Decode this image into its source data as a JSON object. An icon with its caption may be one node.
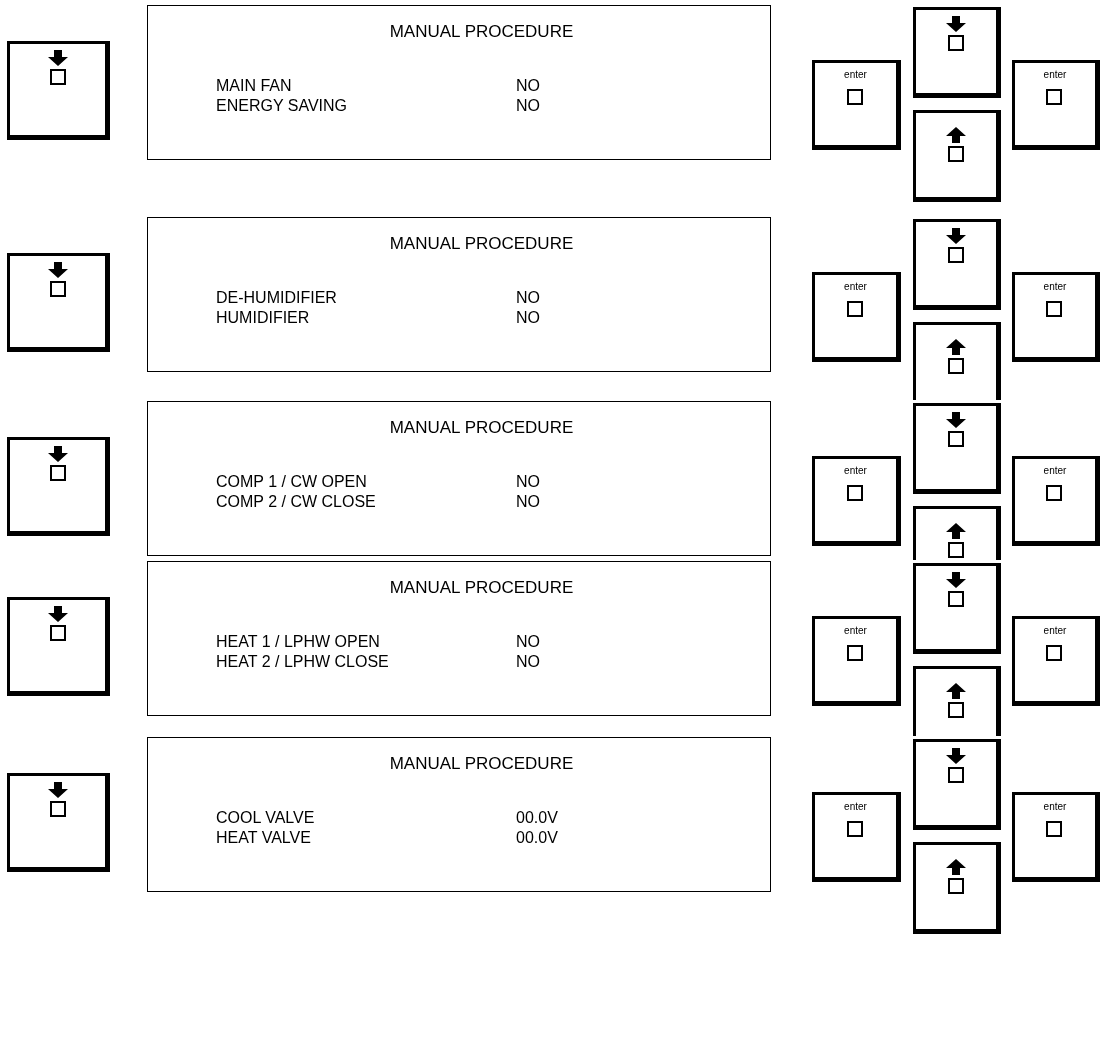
{
  "diagram": {
    "nodes": [
      {
        "text": [],
        "shape": "box"
      },
      {
        "text": [
          "MANUAL PROCEDURE",
          "MAIN FAN",
          "NO",
          "ENERGY SAVING",
          "NO"
        ]
      },
      {
        "text": [],
        "shape": "box"
      },
      {
        "text": [
          "enter"
        ]
      },
      {
        "text": [
          "enter"
        ]
      },
      {
        "text": [],
        "shape": "box"
      },
      {
        "text": [],
        "shape": "box"
      },
      {
        "text": [
          "MANUAL PROCEDURE",
          "DE-HUMIDIFIER",
          "NO",
          "HUMIDIFIER",
          "NO"
        ]
      },
      {
        "text": [],
        "shape": "box"
      },
      {
        "text": [
          "enter"
        ]
      },
      {
        "text": [
          "enter"
        ]
      },
      {
        "text": [],
        "shape": "box"
      },
      {
        "text": [],
        "shape": "box"
      },
      {
        "text": [
          "MANUAL PROCEDURE",
          "COMP 1 / CW OPEN",
          "NO",
          "COMP 2 / CW CLOSE",
          "NO"
        ]
      },
      {
        "text": [],
        "shape": "box"
      },
      {
        "text": [
          "enter"
        ]
      },
      {
        "text": [
          "enter"
        ]
      },
      {
        "text": [],
        "shape": "box"
      },
      {
        "text": [],
        "shape": "box"
      },
      {
        "text": [
          "MANUAL PROCEDURE",
          "HEAT 1 / LPHW OPEN",
          "NO",
          "HEAT 2 / LPHW CLOSE",
          "NO"
        ]
      },
      {
        "text": [],
        "shape": "box"
      },
      {
        "text": [
          "enter"
        ]
      },
      {
        "text": [
          "enter"
        ]
      },
      {
        "text": [],
        "shape": "box"
      },
      {
        "text": [],
        "shape": "box"
      },
      {
        "text": [
          "MANUAL PROCEDURE",
          "COOL VALVE",
          "00.0V",
          "HEAT VALVE",
          "00.0V"
        ]
      },
      {
        "text": [],
        "shape": "box"
      },
      {
        "text": [
          "enter"
        ]
      },
      {
        "text": [
          "enter"
        ]
      },
      {
        "text": [],
        "shape": "box"
      }
    ]
  }
}
